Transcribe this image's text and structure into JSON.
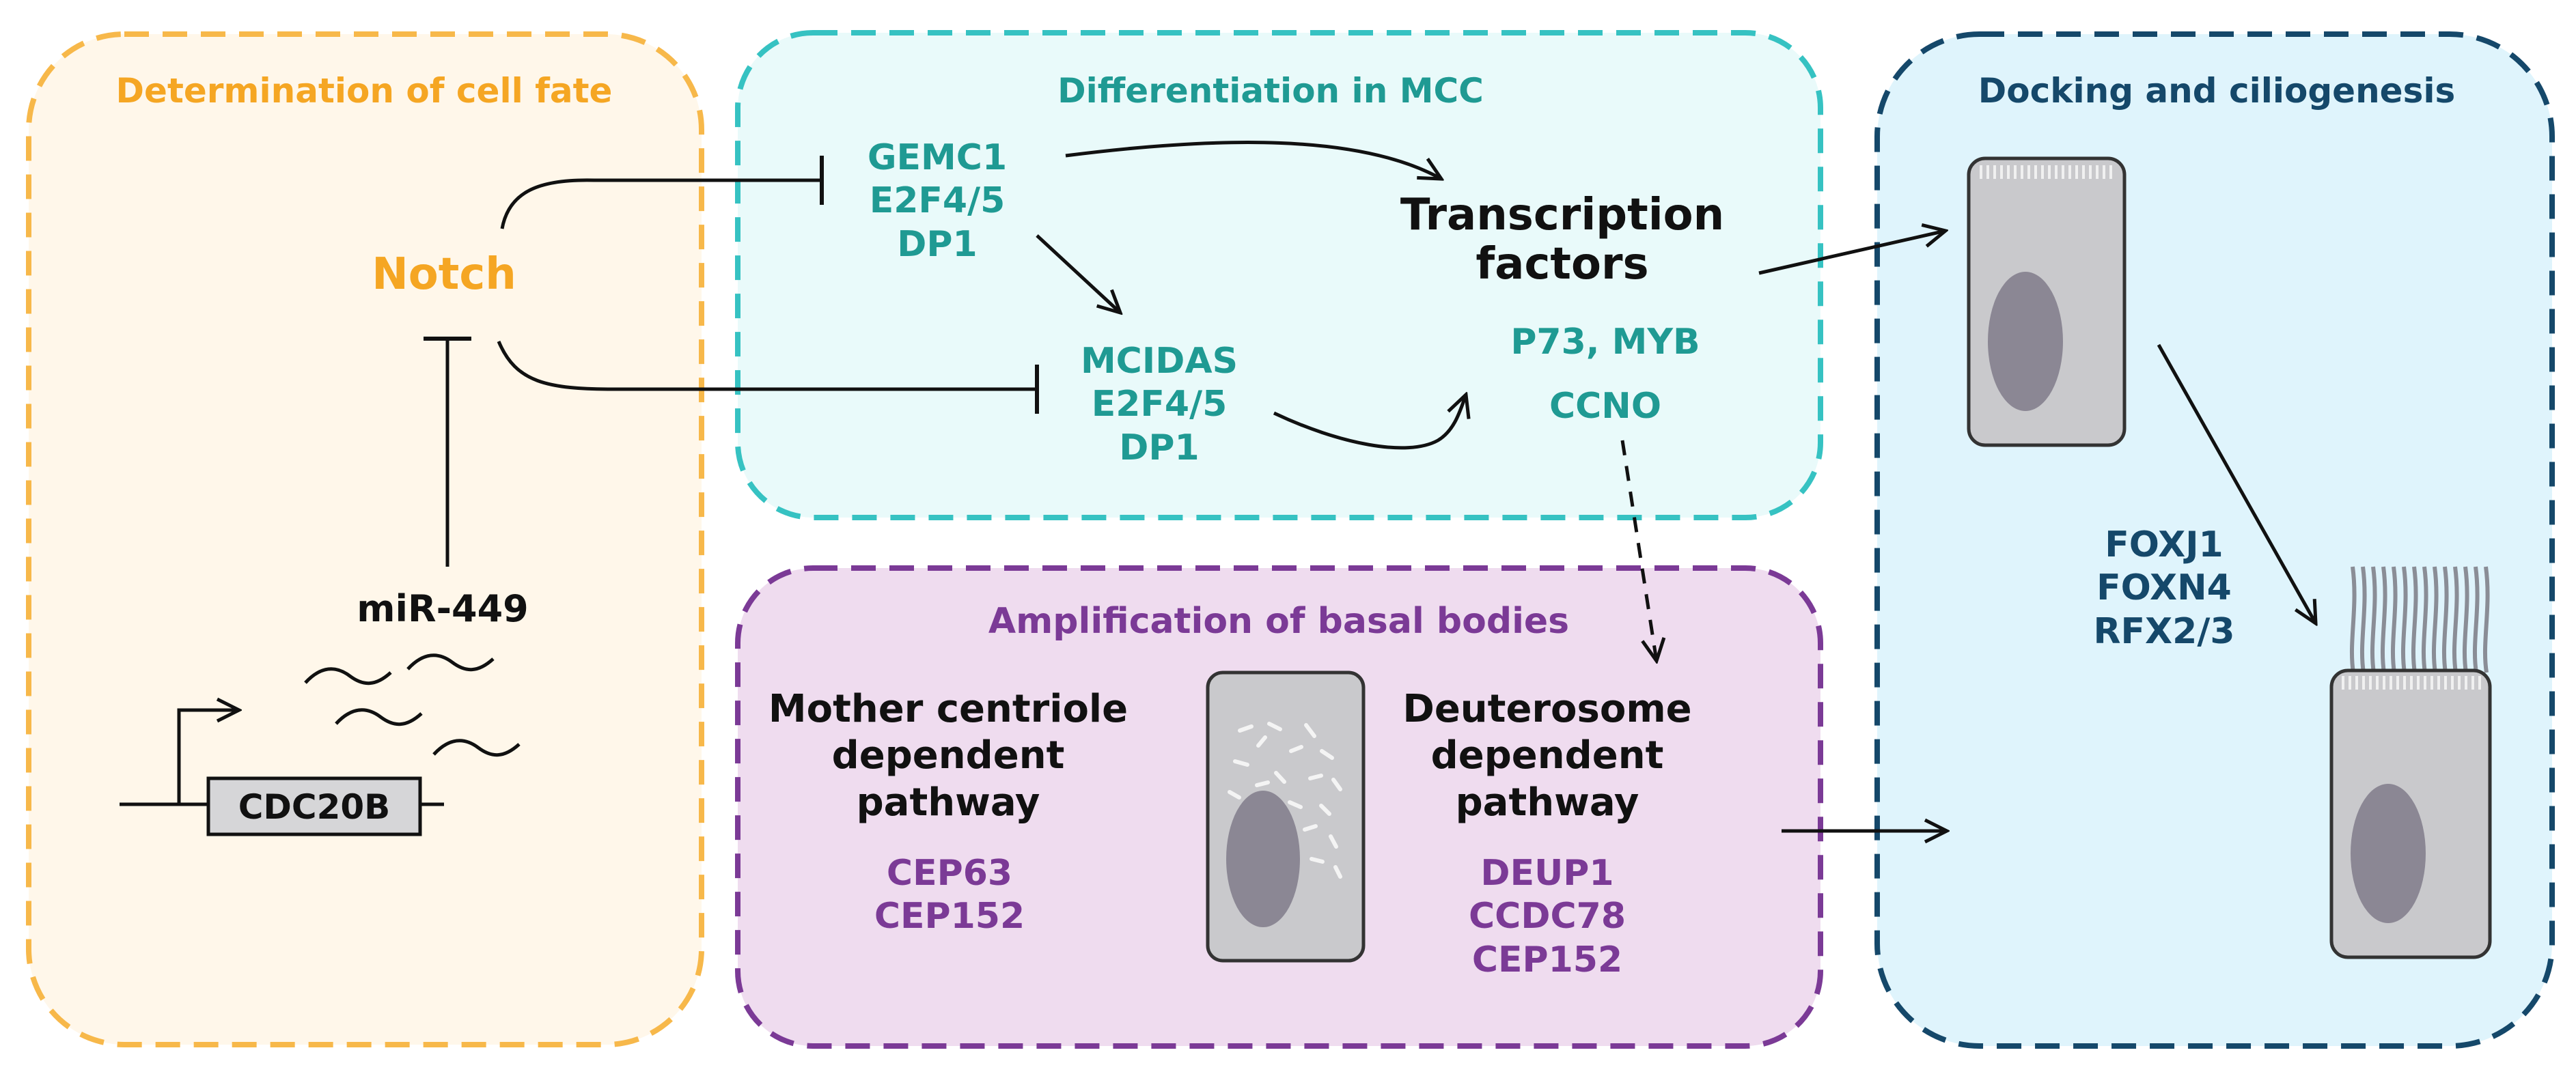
{
  "panels": {
    "fate": {
      "title": "Determination of cell fate",
      "fill": "#fff7ea",
      "stroke": "#f7b84a"
    },
    "diff": {
      "title": "Differentiation in MCC",
      "fill": "#e9fafa",
      "stroke": "#36c2c2"
    },
    "amp": {
      "title": "Amplification of basal bodies",
      "fill": "#efdcef",
      "stroke": "#7b3a96"
    },
    "dock": {
      "title": "Docking and ciliogenesis",
      "fill": "#dff4fc",
      "stroke": "#15486a"
    }
  },
  "fate": {
    "notch": "Notch",
    "mir": "miR-449",
    "gene": "CDC20B"
  },
  "diff": {
    "complex1": [
      "GEMC1",
      "E2F4/5",
      "DP1"
    ],
    "complex2": [
      "MCIDAS",
      "E2F4/5",
      "DP1"
    ],
    "tf_title": [
      "Transcription",
      "factors"
    ],
    "tf_genes": [
      "P73, MYB",
      "CCNO"
    ]
  },
  "amp": {
    "mother_title": [
      "Mother centriole",
      "dependent",
      "pathway"
    ],
    "mother_genes": [
      "CEP63",
      "CEP152"
    ],
    "deut_title": [
      "Deuterosome",
      "dependent",
      "pathway"
    ],
    "deut_genes": [
      "DEUP1",
      "CCDC78",
      "CEP152"
    ]
  },
  "dock": {
    "genes": [
      "FOXJ1",
      "FOXN4",
      "RFX2/3"
    ]
  },
  "colors": {
    "cell_fill": "#c9c9cc",
    "nucleus_fill": "#8b8794",
    "outline": "#333333"
  }
}
